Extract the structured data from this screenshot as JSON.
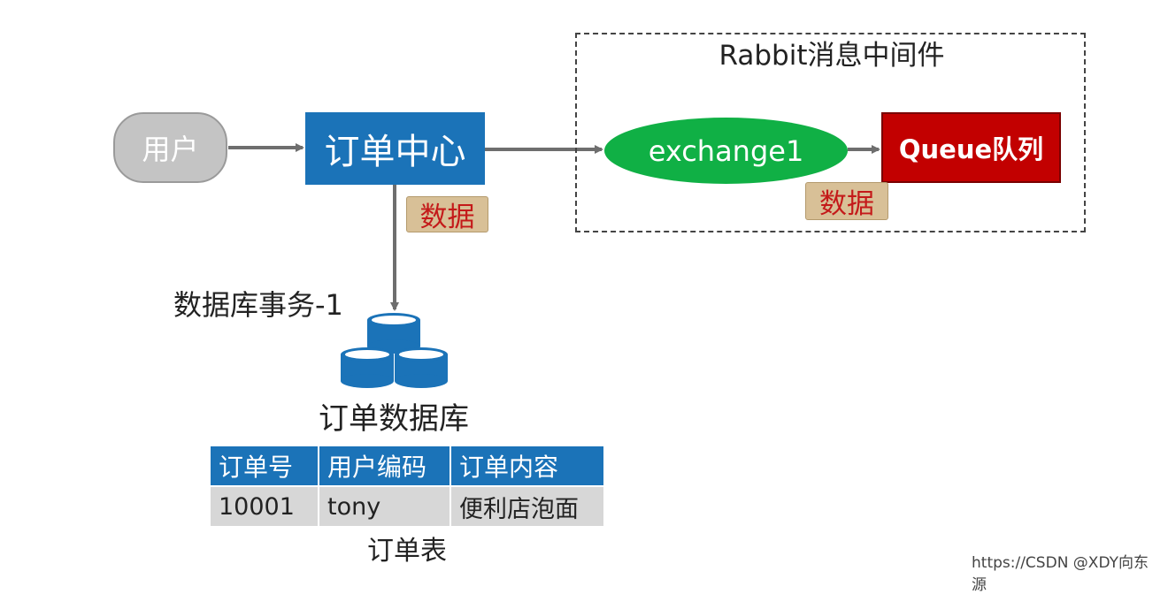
{
  "diagram": {
    "rabbit_group_title": "Rabbit消息中间件",
    "nodes": {
      "user": "用户",
      "order_center": "订单中心",
      "exchange": "exchange1",
      "queue": "Queue队列",
      "database": "订单数据库"
    },
    "data_tag_1": "数据",
    "data_tag_2": "数据",
    "db_transaction_label": "数据库事务-1",
    "edges": [
      {
        "from": "user",
        "to": "order_center"
      },
      {
        "from": "order_center",
        "to": "exchange"
      },
      {
        "from": "exchange",
        "to": "queue"
      },
      {
        "from": "order_center",
        "to": "database"
      }
    ]
  },
  "order_table": {
    "headers": [
      "订单号",
      "用户编码",
      "订单内容"
    ],
    "rows": [
      [
        "10001",
        "tony",
        "便利店泡面"
      ]
    ],
    "caption": "订单表"
  },
  "colors": {
    "order_center": "#1b73b8",
    "exchange": "#10b045",
    "queue": "#c20000",
    "user": "#c4c4c4",
    "tag_bg": "#d8c097",
    "tag_text": "#c41a1a"
  },
  "watermark": "https://CSDN @XDY向东源"
}
